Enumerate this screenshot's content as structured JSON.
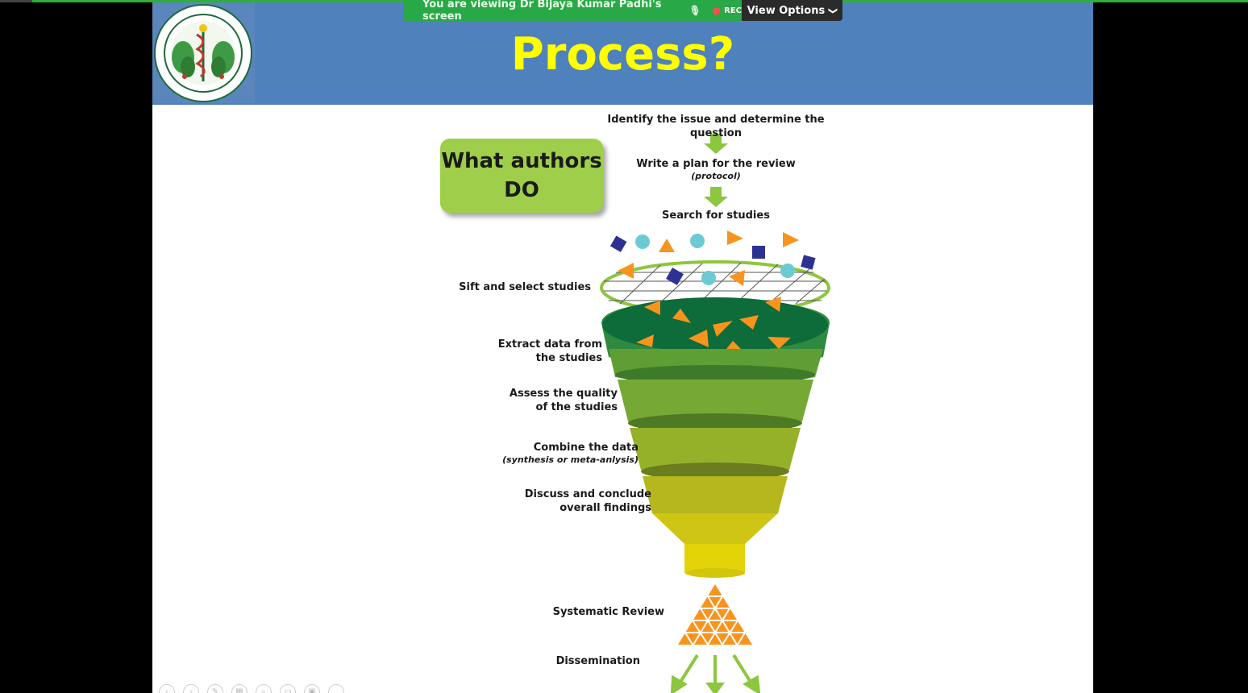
{
  "banner": {
    "viewing_text": "You are viewing  Dr Bijaya Kumar Padhi's screen",
    "rec_label": "REC"
  },
  "view_options": {
    "label": "View Options"
  },
  "slide": {
    "title": "Process?",
    "logo_icon": "institute-seal-logo",
    "what_authors": {
      "line1": "What authors",
      "line2": "DO"
    },
    "steps": {
      "identify": "Identify the issue and determine the question",
      "plan": "Write a plan for the review",
      "plan_sub": "(protocol)",
      "search": "Search for studies",
      "sift": "Sift and select studies",
      "extract1": "Extract data from",
      "extract2": "the studies",
      "assess1": "Assess the quality",
      "assess2": "of the studies",
      "combine": "Combine the data",
      "combine_sub": "(synthesis or meta-anlysis)",
      "discuss1": "Discuss and conclude",
      "discuss2": "overall findings",
      "systematic_review": "Systematic Review",
      "dissemination": "Dissemination"
    }
  },
  "colors": {
    "header_blue": "#4f81bd",
    "title_yellow": "#ffff00",
    "banner_green": "#29a847",
    "box_green": "#9fcf4a",
    "arrow_green": "#8dc63f",
    "orange": "#f7941d",
    "navy": "#2e3192",
    "teal": "#6ccbd2"
  }
}
